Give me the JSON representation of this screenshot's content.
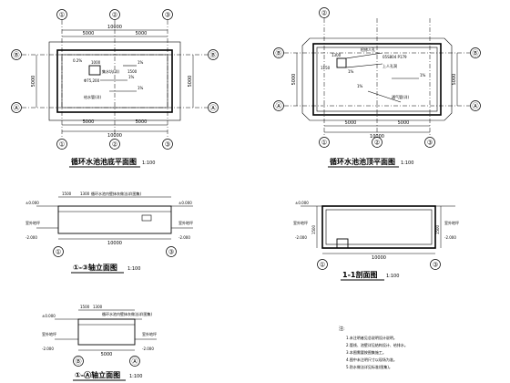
{
  "drawing": {
    "bottom_plan": {
      "title": "循环水池池底平面图",
      "scale": "1:100",
      "axes_top": [
        "①",
        "②",
        "③"
      ],
      "axes_bottom": [
        "①",
        "②",
        "③"
      ],
      "axes_left": [
        "Ⓑ",
        "Ⓐ"
      ],
      "axes_right": [
        "Ⓑ",
        "Ⓐ"
      ],
      "dim_top_total": "10000",
      "dim_top_left": "5000",
      "dim_top_right": "5000",
      "dim_bottom_total": "10000",
      "dim_bottom_left": "5000",
      "dim_bottom_right": "5000",
      "dim_left": "5000",
      "dim_right": "5000",
      "slope_a": "0.2%",
      "slope_b": "1%",
      "slope_c": "1%",
      "slope_d": "1%",
      "pit_dim": "1500",
      "pit_dim2": "1000",
      "note_a": "集水坑(详)",
      "note_b": "Φ75,200",
      "note_c": "给水管(详)"
    },
    "top_plan": {
      "title": "循环水池池顶平面图",
      "scale": "1:100",
      "axes_top": [
        "②"
      ],
      "axes_bottom": [
        "①",
        "②",
        "③"
      ],
      "axes_left": [
        "Ⓑ",
        "Ⓐ"
      ],
      "axes_right": [
        "Ⓑ",
        "Ⓐ"
      ],
      "dim_bottom_total": "10000",
      "dim_bottom_left": "5000",
      "dim_bottom_right": "5000",
      "dim_left": "5000",
      "dim_right": "5000",
      "note_a": "检修人孔",
      "note_b": "05S804 P179",
      "note_c": "1%",
      "dim_manhole_a": "1150",
      "dim_manhole_b": "1300",
      "note_d": "上人孔洞",
      "note_e": "1%",
      "note_f": "1%",
      "note_g": "通气管(详)"
    },
    "elev_front": {
      "title": "①-③轴立面图",
      "scale": "1:100",
      "level_top": "±0.000",
      "level_bottom": "-2.000",
      "level_top_r": "±0.000",
      "level_bottom_r": "-2.000",
      "dim_a": "1500",
      "dim_b": "1300",
      "dim_total": "10000",
      "note": "循环水池内壁抹灰做法详(图集)",
      "axes": [
        "①",
        "③"
      ],
      "grade_l": "室外地坪",
      "grade_r": "室外地坪"
    },
    "section": {
      "title": "1-1剖面图",
      "scale": "1:100",
      "level_top": "±0.000",
      "level_mid": "-2.000",
      "level_bot": "-2.000",
      "dim_a": "1500",
      "dim_b": "1500",
      "dim_total": "10000",
      "axes": [
        "①",
        "③"
      ],
      "grade_l": "室外地坪",
      "grade_r": "室外地坪"
    },
    "elev_side": {
      "title": "①-Ⓐ轴立面图",
      "scale": "1:100",
      "level_top": "±0.000",
      "level_bottom": "-2.000",
      "level_bottom_r": "-2.000",
      "dim_a": "1500",
      "dim_b": "1300",
      "dim_total": "5000",
      "note": "循环水池内壁抹灰做法详(图集)",
      "axes": [
        "Ⓑ",
        "Ⓐ"
      ],
      "grade_l": "室外地坪",
      "grade_r": "室外地坪"
    },
    "notes": {
      "heading": "注:",
      "items": [
        "1.未注明者见总说明设计说明。",
        "2.管线、池壁详见结构设计、给排水。",
        "3.本图需要按图集施工。",
        "4.图中未注明尺寸以现场为准。",
        "5.防水做法详见标准(图集)。"
      ]
    }
  }
}
